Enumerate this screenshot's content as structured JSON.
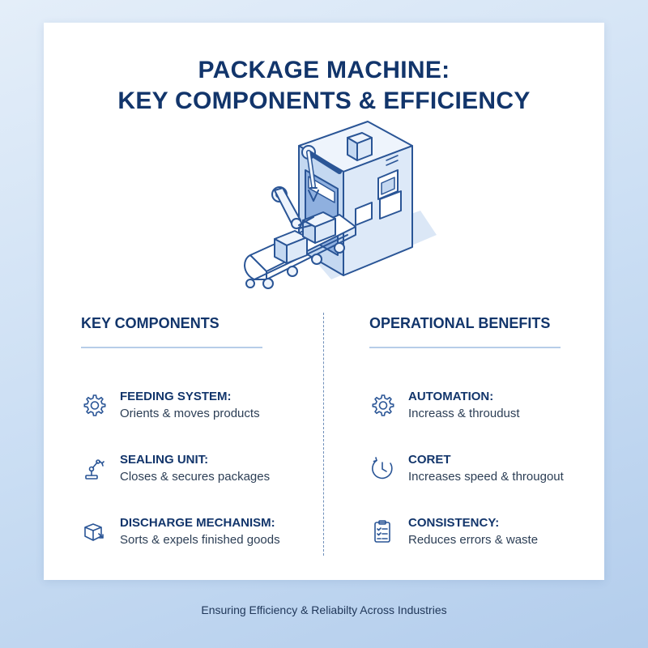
{
  "title": {
    "line1": "PACKAGE MACHINE:",
    "line2": "KEY COMPONENTS & EFFICIENCY"
  },
  "illustration": {
    "icon": "packaging-machine-illustration"
  },
  "components": {
    "heading": "KEY COMPONENTS",
    "items": [
      {
        "icon": "gear-icon",
        "title": "FEEDING SYSTEM:",
        "desc": "Orients & moves products"
      },
      {
        "icon": "robot-arm-icon",
        "title": "SEALING UNIT:",
        "desc": "Closes & secures packages"
      },
      {
        "icon": "box-icon",
        "title": "DISCHARGE MECHANISM:",
        "desc": "Sorts & expels finished goods"
      }
    ]
  },
  "benefits": {
    "heading": "OPERATIONAL BENEFITS",
    "items": [
      {
        "icon": "gear-icon",
        "title": "AUTOMATION:",
        "desc": "Increass & throudust"
      },
      {
        "icon": "clock-icon",
        "title": "CORET",
        "desc": "Increases speed & througout"
      },
      {
        "icon": "clipboard-icon",
        "title": "CONSISTENCY:",
        "desc": "Reduces errors & waste"
      }
    ]
  },
  "footer": "Ensuring Efficiency & Reliabilty Across Industries",
  "colors": {
    "navy": "#12356b",
    "accent": "#5b86c6",
    "light": "#dbe7f6"
  }
}
